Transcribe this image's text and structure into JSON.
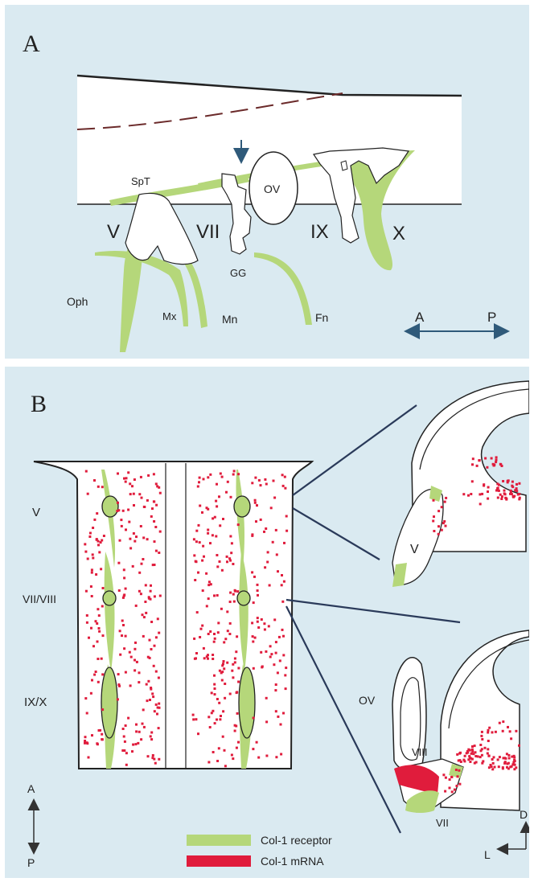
{
  "panel_a": {
    "letter": "A",
    "labels": {
      "spt": "SpT",
      "ov": "OV",
      "v": "V",
      "vii": "VII",
      "ix": "IX",
      "x": "X",
      "gg": "GG",
      "oph": "Oph",
      "mx": "Mx",
      "mn": "Mn",
      "fn": "Fn"
    },
    "axis": {
      "anterior": "A",
      "posterior": "P"
    }
  },
  "panel_b": {
    "letter": "B",
    "row_labels": {
      "v": "V",
      "vii_viii": "VII/VIII",
      "ix_x": "IX/X"
    },
    "inset_top": {
      "v": "V"
    },
    "inset_bottom": {
      "ov": "OV",
      "viii": "VIII",
      "vii": "VII"
    },
    "axis_ap": {
      "anterior": "A",
      "posterior": "P"
    },
    "axis_dl": {
      "dorsal": "D",
      "lateral": "L"
    },
    "legend": {
      "receptor_label": "Col-1 receptor",
      "mrna_label": "Col-1  mRNA"
    }
  },
  "colors": {
    "background": "#daeaf1",
    "receptor_green": "#b5d77a",
    "mrna_red": "#e01c3c",
    "ink": "#222222",
    "arrow_blue": "#2f5a7a"
  }
}
